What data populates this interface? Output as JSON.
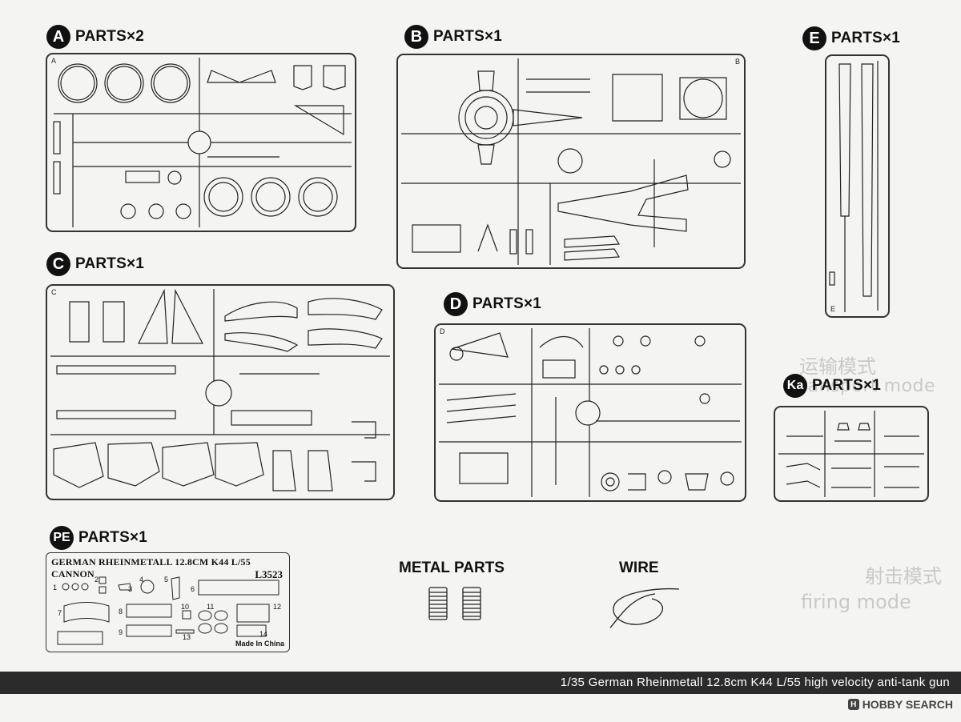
{
  "background_text": {
    "cn_line1": "运输模式",
    "en_line1": "transport mode",
    "cn_line2": "射击模式",
    "en_line2": "firing mode"
  },
  "sprues": {
    "A": {
      "letter": "A",
      "label": "PARTS×2",
      "corner": "A"
    },
    "B": {
      "letter": "B",
      "label": "PARTS×1",
      "corner": "B"
    },
    "E": {
      "letter": "E",
      "label": "PARTS×1",
      "corner": "E"
    },
    "C": {
      "letter": "C",
      "label": "PARTS×1",
      "corner": "C"
    },
    "D": {
      "letter": "D",
      "label": "PARTS×1",
      "corner": "D"
    },
    "Ka": {
      "letter": "Ka",
      "label": "PARTS×1"
    },
    "PE": {
      "letter": "PE",
      "label": "PARTS×1"
    }
  },
  "pe_sheet": {
    "title": "GERMAN RHEINMETALL 12.8CM K44 L/55 CANNON",
    "code": "L3523",
    "made_in": "Made In China",
    "part_numbers": [
      "1",
      "2",
      "3",
      "4",
      "5",
      "6",
      "7",
      "8",
      "9",
      "10",
      "11",
      "12",
      "13",
      "14"
    ]
  },
  "extras": {
    "metal_parts": "METAL PARTS",
    "wire": "WIRE"
  },
  "footer": {
    "text": "1/35   German Rheinmetall 12.8cm K44 L/55 high velocity anti-tank gun"
  },
  "watermark": {
    "text": "HOBBY SEARCH"
  }
}
